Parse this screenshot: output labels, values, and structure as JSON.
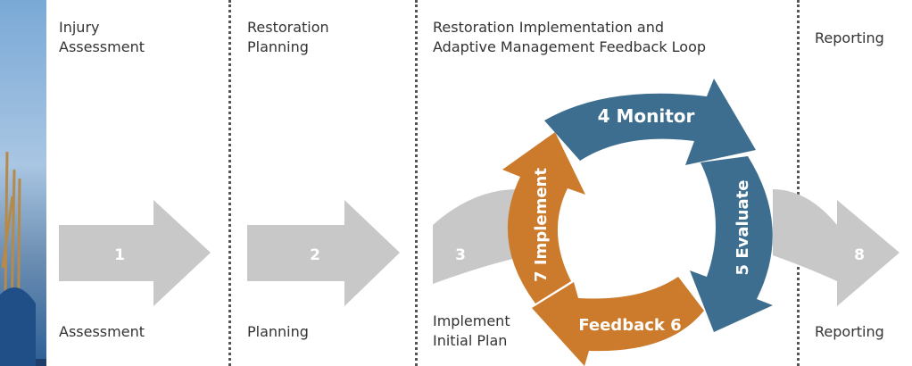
{
  "phases": [
    {
      "heading": "Injury\nAssessment",
      "step": "1",
      "footer": "Assessment"
    },
    {
      "heading": "Restoration\nPlanning",
      "step": "2",
      "footer": "Planning"
    },
    {
      "heading": "Restoration Implementation and\nAdaptive Management Feedback Loop",
      "step": "3",
      "footer": "Implement\nInitial Plan"
    },
    {
      "heading": "Reporting",
      "step": "8",
      "footer": "Reporting"
    }
  ],
  "cycle": {
    "monitor": "4 Monitor",
    "evaluate": "5 Evaluate",
    "feedback": "Feedback 6",
    "implement": "7 Implement"
  },
  "colors": {
    "gray_arrow": "#c8c8c8",
    "gray_text": "#ffffff",
    "teal": "#3d6e8f",
    "orange": "#cc7a2b",
    "divider": "#555555"
  }
}
